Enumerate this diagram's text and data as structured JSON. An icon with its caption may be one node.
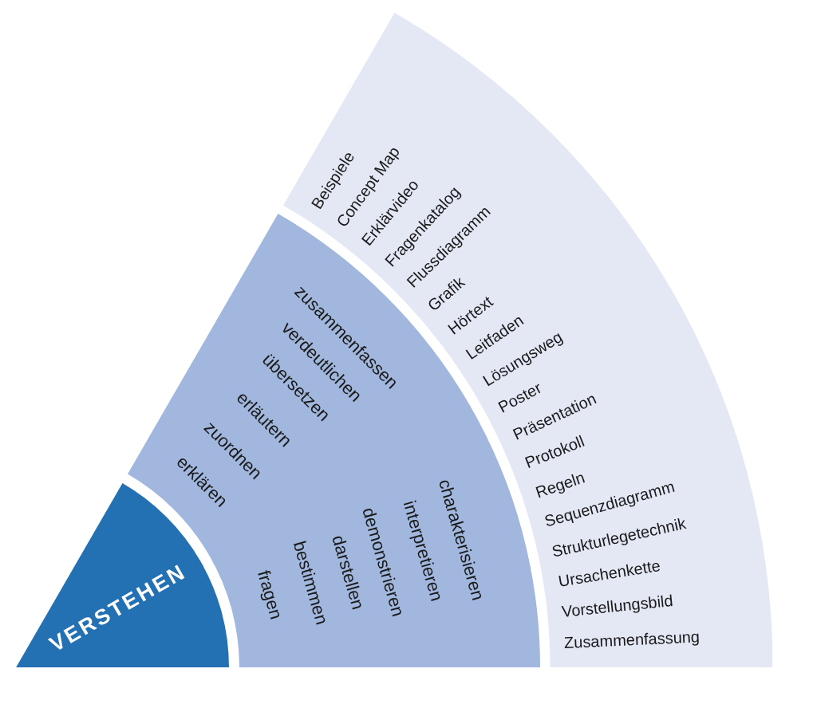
{
  "diagram": {
    "nodes": [
      {
        "text": [
          "VERSTEHEN"
        ]
      },
      {
        "text": [
          "zusammenfassen",
          "verdeutlichen",
          "übersetzen",
          "erläutern",
          "zuordnen",
          "erklären",
          "charakterisieren",
          "interpretieren",
          "demonstrieren",
          "darstellen",
          "bestimmen",
          "fragen"
        ]
      },
      {
        "text": [
          "Beispiele",
          "Concept Map",
          "Erklärvideo",
          "Fragenkatalog",
          "Flussdiagramm",
          "Grafik",
          "Hörtext",
          "Leitfaden",
          "Lösungsweg",
          "Poster",
          "Präsentation",
          "Protokoll",
          "Regeln",
          "Sequenzdiagramm",
          "Strukturlegetechnik",
          "Ursachenkette",
          "Vorstellungsbild",
          "Zusammenfassung"
        ]
      }
    ]
  }
}
